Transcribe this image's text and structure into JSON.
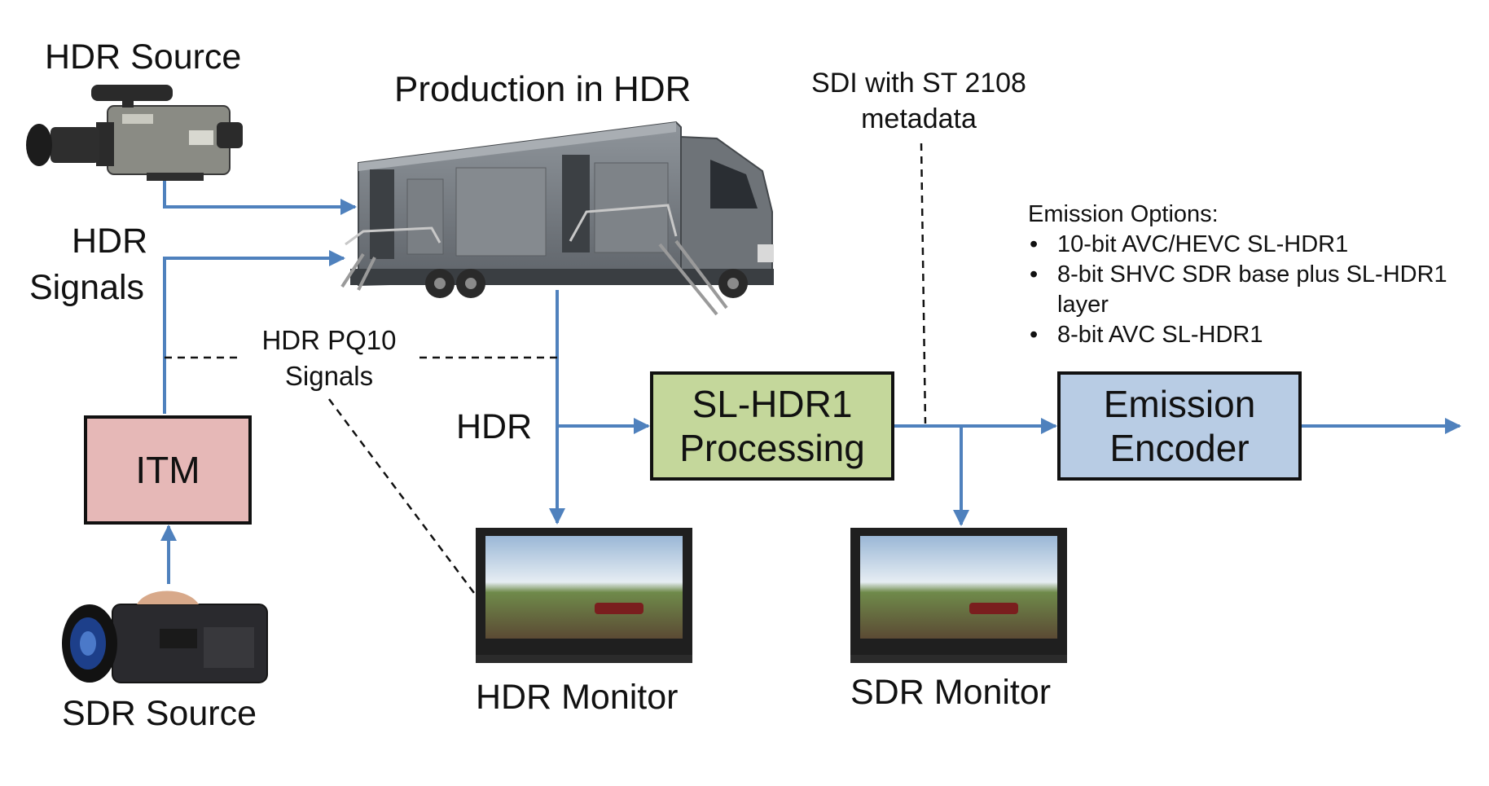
{
  "labels": {
    "hdr_source": "HDR Source",
    "production": "Production in HDR",
    "sdi_line1": "SDI with ST 2108",
    "sdi_line2": "metadata",
    "hdr_signals_line1": "HDR",
    "hdr_signals_line2": "Signals",
    "pq10_line1": "HDR PQ10",
    "pq10_line2": "Signals",
    "hdr_short": "HDR",
    "hdr_monitor": "HDR Monitor",
    "sdr_monitor": "SDR Monitor",
    "sdr_source": "SDR Source"
  },
  "boxes": {
    "itm": {
      "label": "ITM",
      "fill": "#e6b8b7"
    },
    "slhdr1": {
      "line1": "SL-HDR1",
      "line2": "Processing",
      "fill": "#c4d79b"
    },
    "encoder": {
      "line1": "Emission",
      "line2": "Encoder",
      "fill": "#b8cce4"
    }
  },
  "emission_options": {
    "title": "Emission Options:",
    "items": [
      "10-bit AVC/HEVC SL-HDR1",
      "8-bit SHVC SDR base plus SL-HDR1",
      "layer",
      "8-bit AVC SL-HDR1"
    ]
  },
  "colors": {
    "arrow": "#4f81bd",
    "dashed": "#111111"
  },
  "devices": {
    "hdr_camera": "broadcast-camera-icon",
    "sdr_camera": "handycam-icon",
    "truck": "ob-truck-icon",
    "hdr_monitor_screen": "monitor-icon",
    "sdr_monitor_screen": "monitor-icon"
  }
}
